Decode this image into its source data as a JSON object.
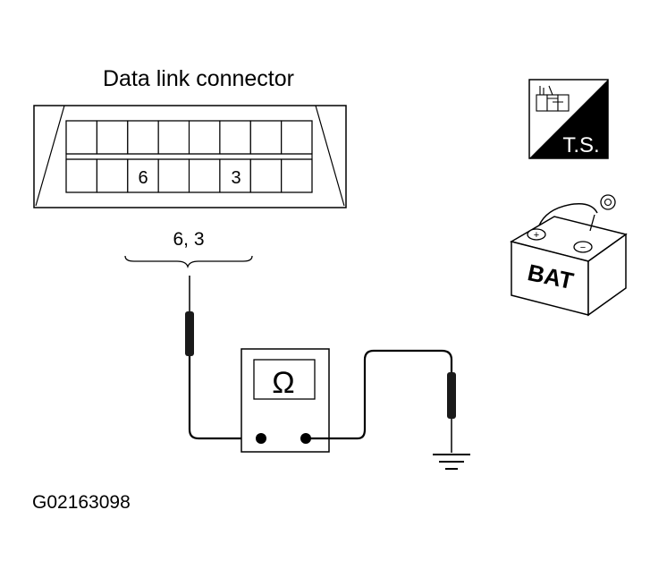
{
  "connector": {
    "title": "Data link connector",
    "pins_top": [
      "",
      "",
      "",
      "",
      "",
      "",
      "",
      ""
    ],
    "pins_bottom": [
      "",
      "",
      "6",
      "",
      "",
      "3",
      "",
      ""
    ],
    "probe_label": "6, 3"
  },
  "meter": {
    "symbol": "Ω"
  },
  "ts_icon": {
    "label": "T.S."
  },
  "battery": {
    "label": "BAT",
    "plus": "+",
    "minus": "−"
  },
  "figure_id": "G02163098",
  "colors": {
    "ink": "#000000",
    "paper": "#ffffff",
    "lead": "#1a1a1a"
  }
}
